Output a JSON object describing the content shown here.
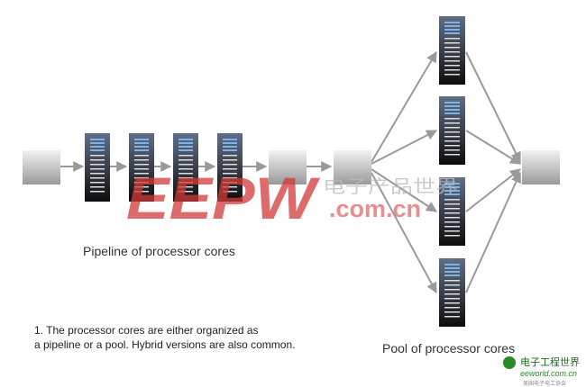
{
  "labels": {
    "pipeline": "Pipeline of processor cores",
    "pool": "Pool of processor cores"
  },
  "note": {
    "line1": "1. The processor cores are either organized as",
    "line2": "a pipeline or a pool. Hybrid versions are also common."
  },
  "watermark": {
    "big_letters": "EEPW",
    "domain": ".com.cn",
    "chinese": "电子产品世界",
    "corner_logo": "电子工程世界",
    "corner_domain": "eeworld.com.cn",
    "corner_sub": "美国电子电工协会"
  },
  "colors": {
    "arrow": "#9a9a9a",
    "core_top": "#6e87a8",
    "core_bottom": "#111111",
    "box_light": "#f0f0f0",
    "box_dark": "#9c9c9c",
    "watermark_red": "#d23a3a"
  }
}
